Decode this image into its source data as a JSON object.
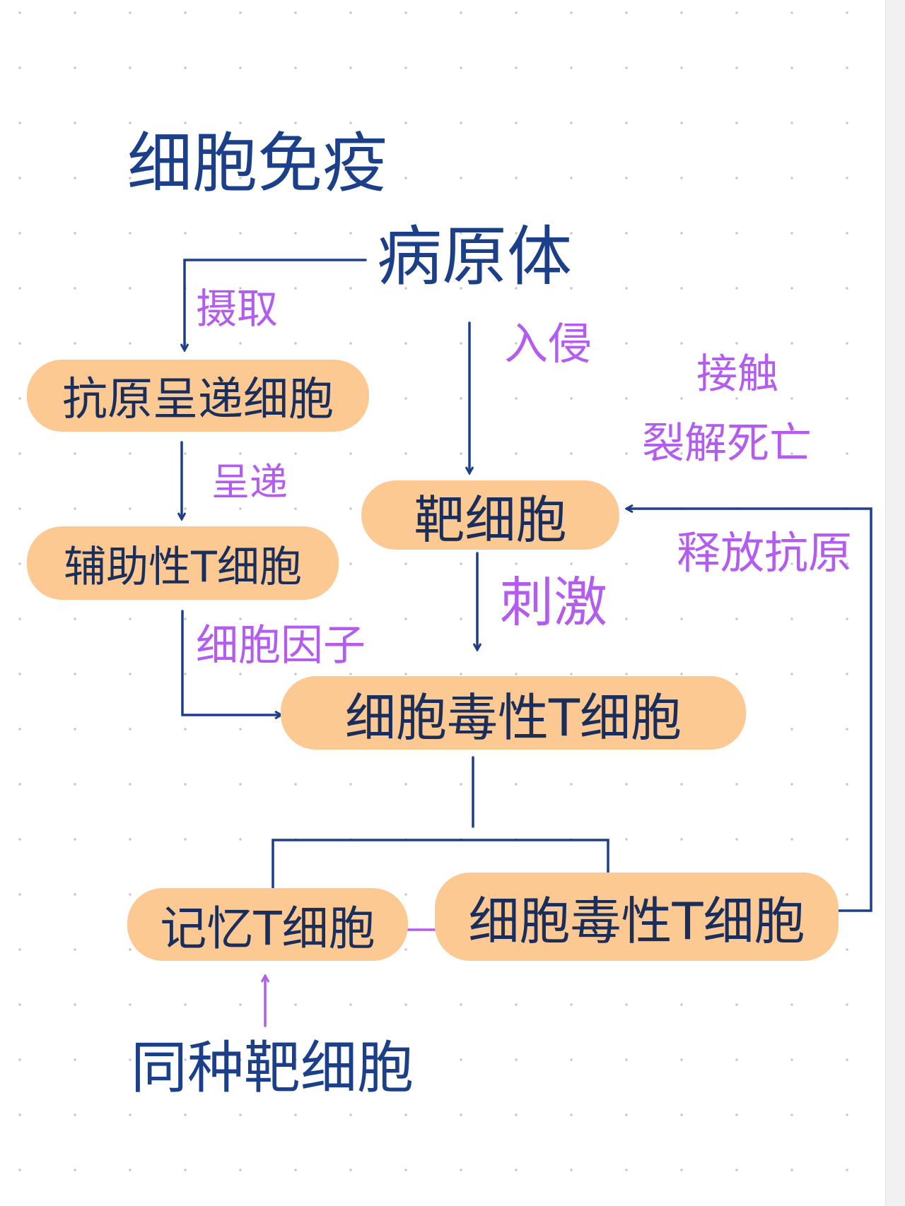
{
  "title": "细胞免疫",
  "colors": {
    "ink": "#1c3f8a",
    "annotation": "#b45cf0",
    "highlight": "#fcc993"
  },
  "nodes": {
    "pathogen": "病原体",
    "apc": "抗原呈递细胞",
    "helper_t": "辅助性T细胞",
    "target_cell": "靶细胞",
    "cytotoxic_t": "细胞毒性T细胞",
    "memory_t": "记忆T细胞",
    "cytotoxic_t_2": "细胞毒性T细胞",
    "same_target": "同种靶细胞"
  },
  "labels": {
    "uptake": "摄取",
    "present": "呈递",
    "invade": "入侵",
    "stimulate": "刺激",
    "cytokine": "细胞因子",
    "contact": "接触",
    "lysis": "裂解死亡",
    "release": "释放抗原"
  }
}
